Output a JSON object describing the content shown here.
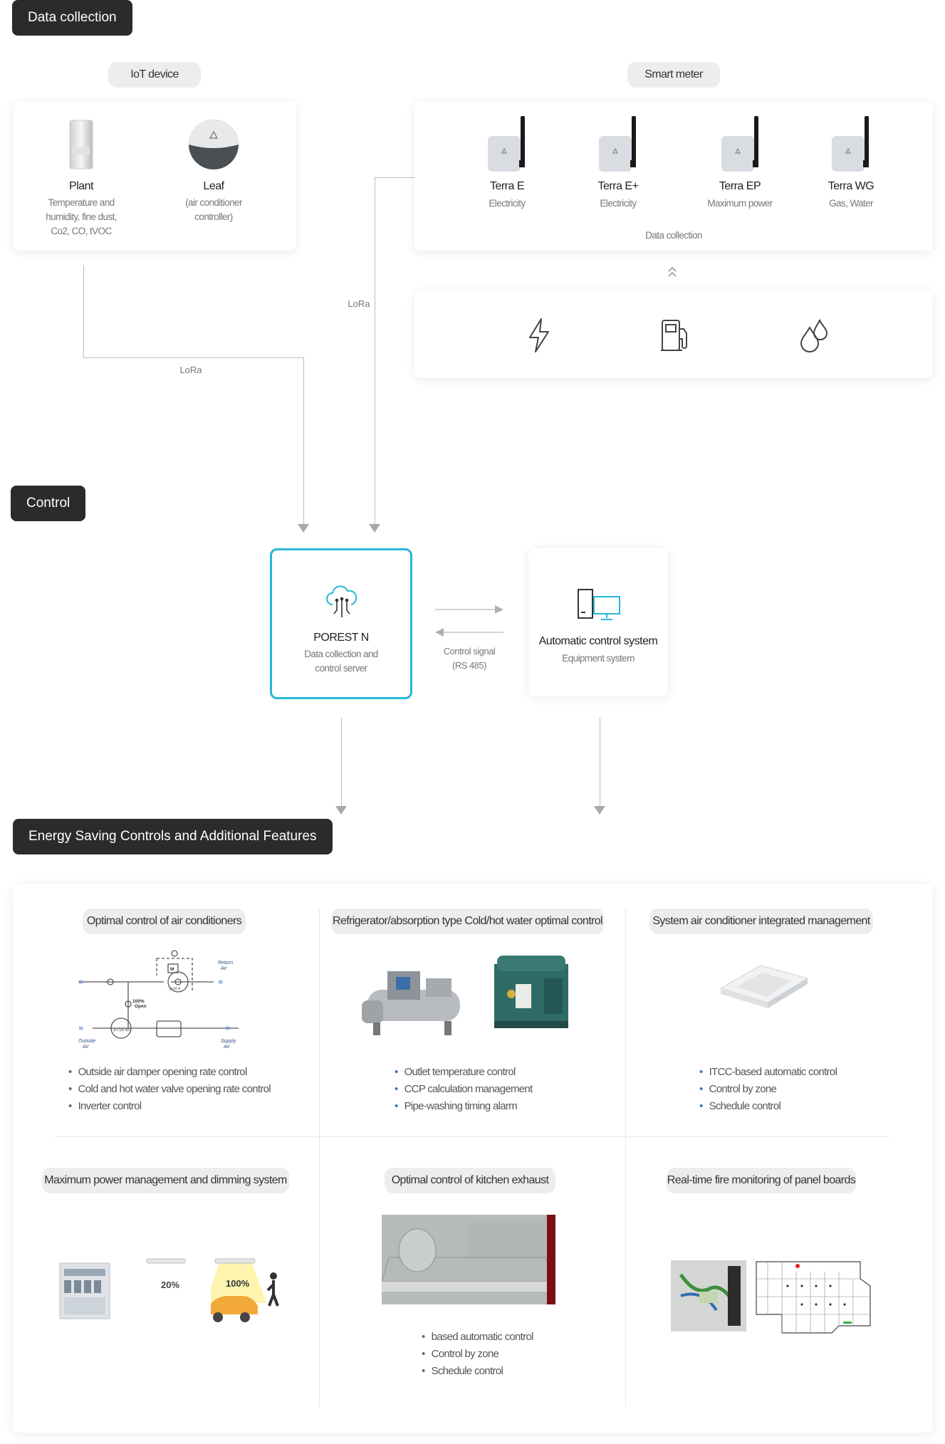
{
  "sections": {
    "data_collection": "Data collection",
    "control": "Control",
    "energy": "Energy Saving Controls and Additional Features"
  },
  "iot": {
    "title": "IoT device",
    "plant": {
      "name": "Plant",
      "desc": [
        "Temperature and",
        "humidity, fine dust,",
        "Co2, CO, tVOC"
      ]
    },
    "leaf": {
      "name": "Leaf",
      "desc": [
        "(air conditioner",
        "controller)"
      ]
    }
  },
  "smart_meter": {
    "title": "Smart meter",
    "devices": [
      {
        "name": "Terra E",
        "desc": "Electricity"
      },
      {
        "name": "Terra E+",
        "desc": "Electricity"
      },
      {
        "name": "Terra EP",
        "desc": "Maximum power"
      },
      {
        "name": "Terra WG",
        "desc": "Gas, Water"
      }
    ],
    "footer": "Data collection",
    "utility_icons": [
      "lightning-icon",
      "fuel-pump-icon",
      "water-drops-icon"
    ]
  },
  "links": {
    "lora_1": "LoRa",
    "lora_2": "LoRa",
    "control_signal": [
      "Control signal",
      "(RS 485)"
    ]
  },
  "porest": {
    "name": "POREST N",
    "desc": [
      "Data collection and",
      "control server"
    ],
    "accent": "#27b7d6"
  },
  "auto": {
    "name": "Automatic control system",
    "desc": "Equipment system"
  },
  "features": [
    {
      "title": "Optimal control of air conditioners",
      "items": [
        "Outside air damper opening rate control",
        "Cold and hot water valve opening rate control",
        "Inverter control"
      ]
    },
    {
      "title": "Refrigerator/absorption type Cold/hot water optimal control",
      "items": [
        "Outlet temperature control",
        "CCP calculation management",
        "Pipe-washing timing alarm"
      ]
    },
    {
      "title": "System air conditioner integrated management",
      "items": [
        "ITCC-based automatic control",
        "Control by zone",
        "Schedule control"
      ]
    },
    {
      "title": "Maximum power management and dimming system",
      "items": []
    },
    {
      "title": "Optimal control of kitchen exhaust",
      "items": [
        "based automatic control",
        "Control by zone",
        "Schedule control"
      ]
    },
    {
      "title": "Real-time fire monitoring of panel boards",
      "items": []
    }
  ],
  "diagram_text": {
    "return_air": [
      "Return",
      "Air"
    ],
    "outside_air": [
      "Outside",
      "Air"
    ],
    "supply_air": [
      "Supply",
      "Air"
    ],
    "open": [
      "100%",
      "Open"
    ],
    "m": "M",
    "fan1": "환기팬 팬",
    "fan2": "외기 덤퍼 제어"
  },
  "dimming": {
    "low": "20%",
    "high": "100%"
  }
}
